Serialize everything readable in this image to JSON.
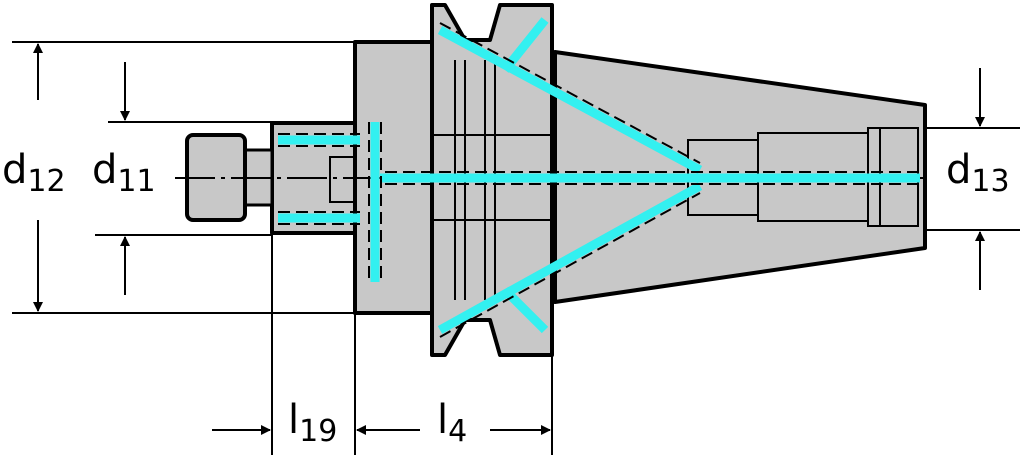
{
  "labels": {
    "d12": {
      "main": "d",
      "sub": "12"
    },
    "d11": {
      "main": "d",
      "sub": "11"
    },
    "d13": {
      "main": "d",
      "sub": "13"
    },
    "l19": {
      "main": "l",
      "sub": "19"
    },
    "l4": {
      "main": "l",
      "sub": "4"
    }
  },
  "colors": {
    "body": "#c8c8c8",
    "outline": "#000000",
    "coolant": "#33f0f0"
  }
}
